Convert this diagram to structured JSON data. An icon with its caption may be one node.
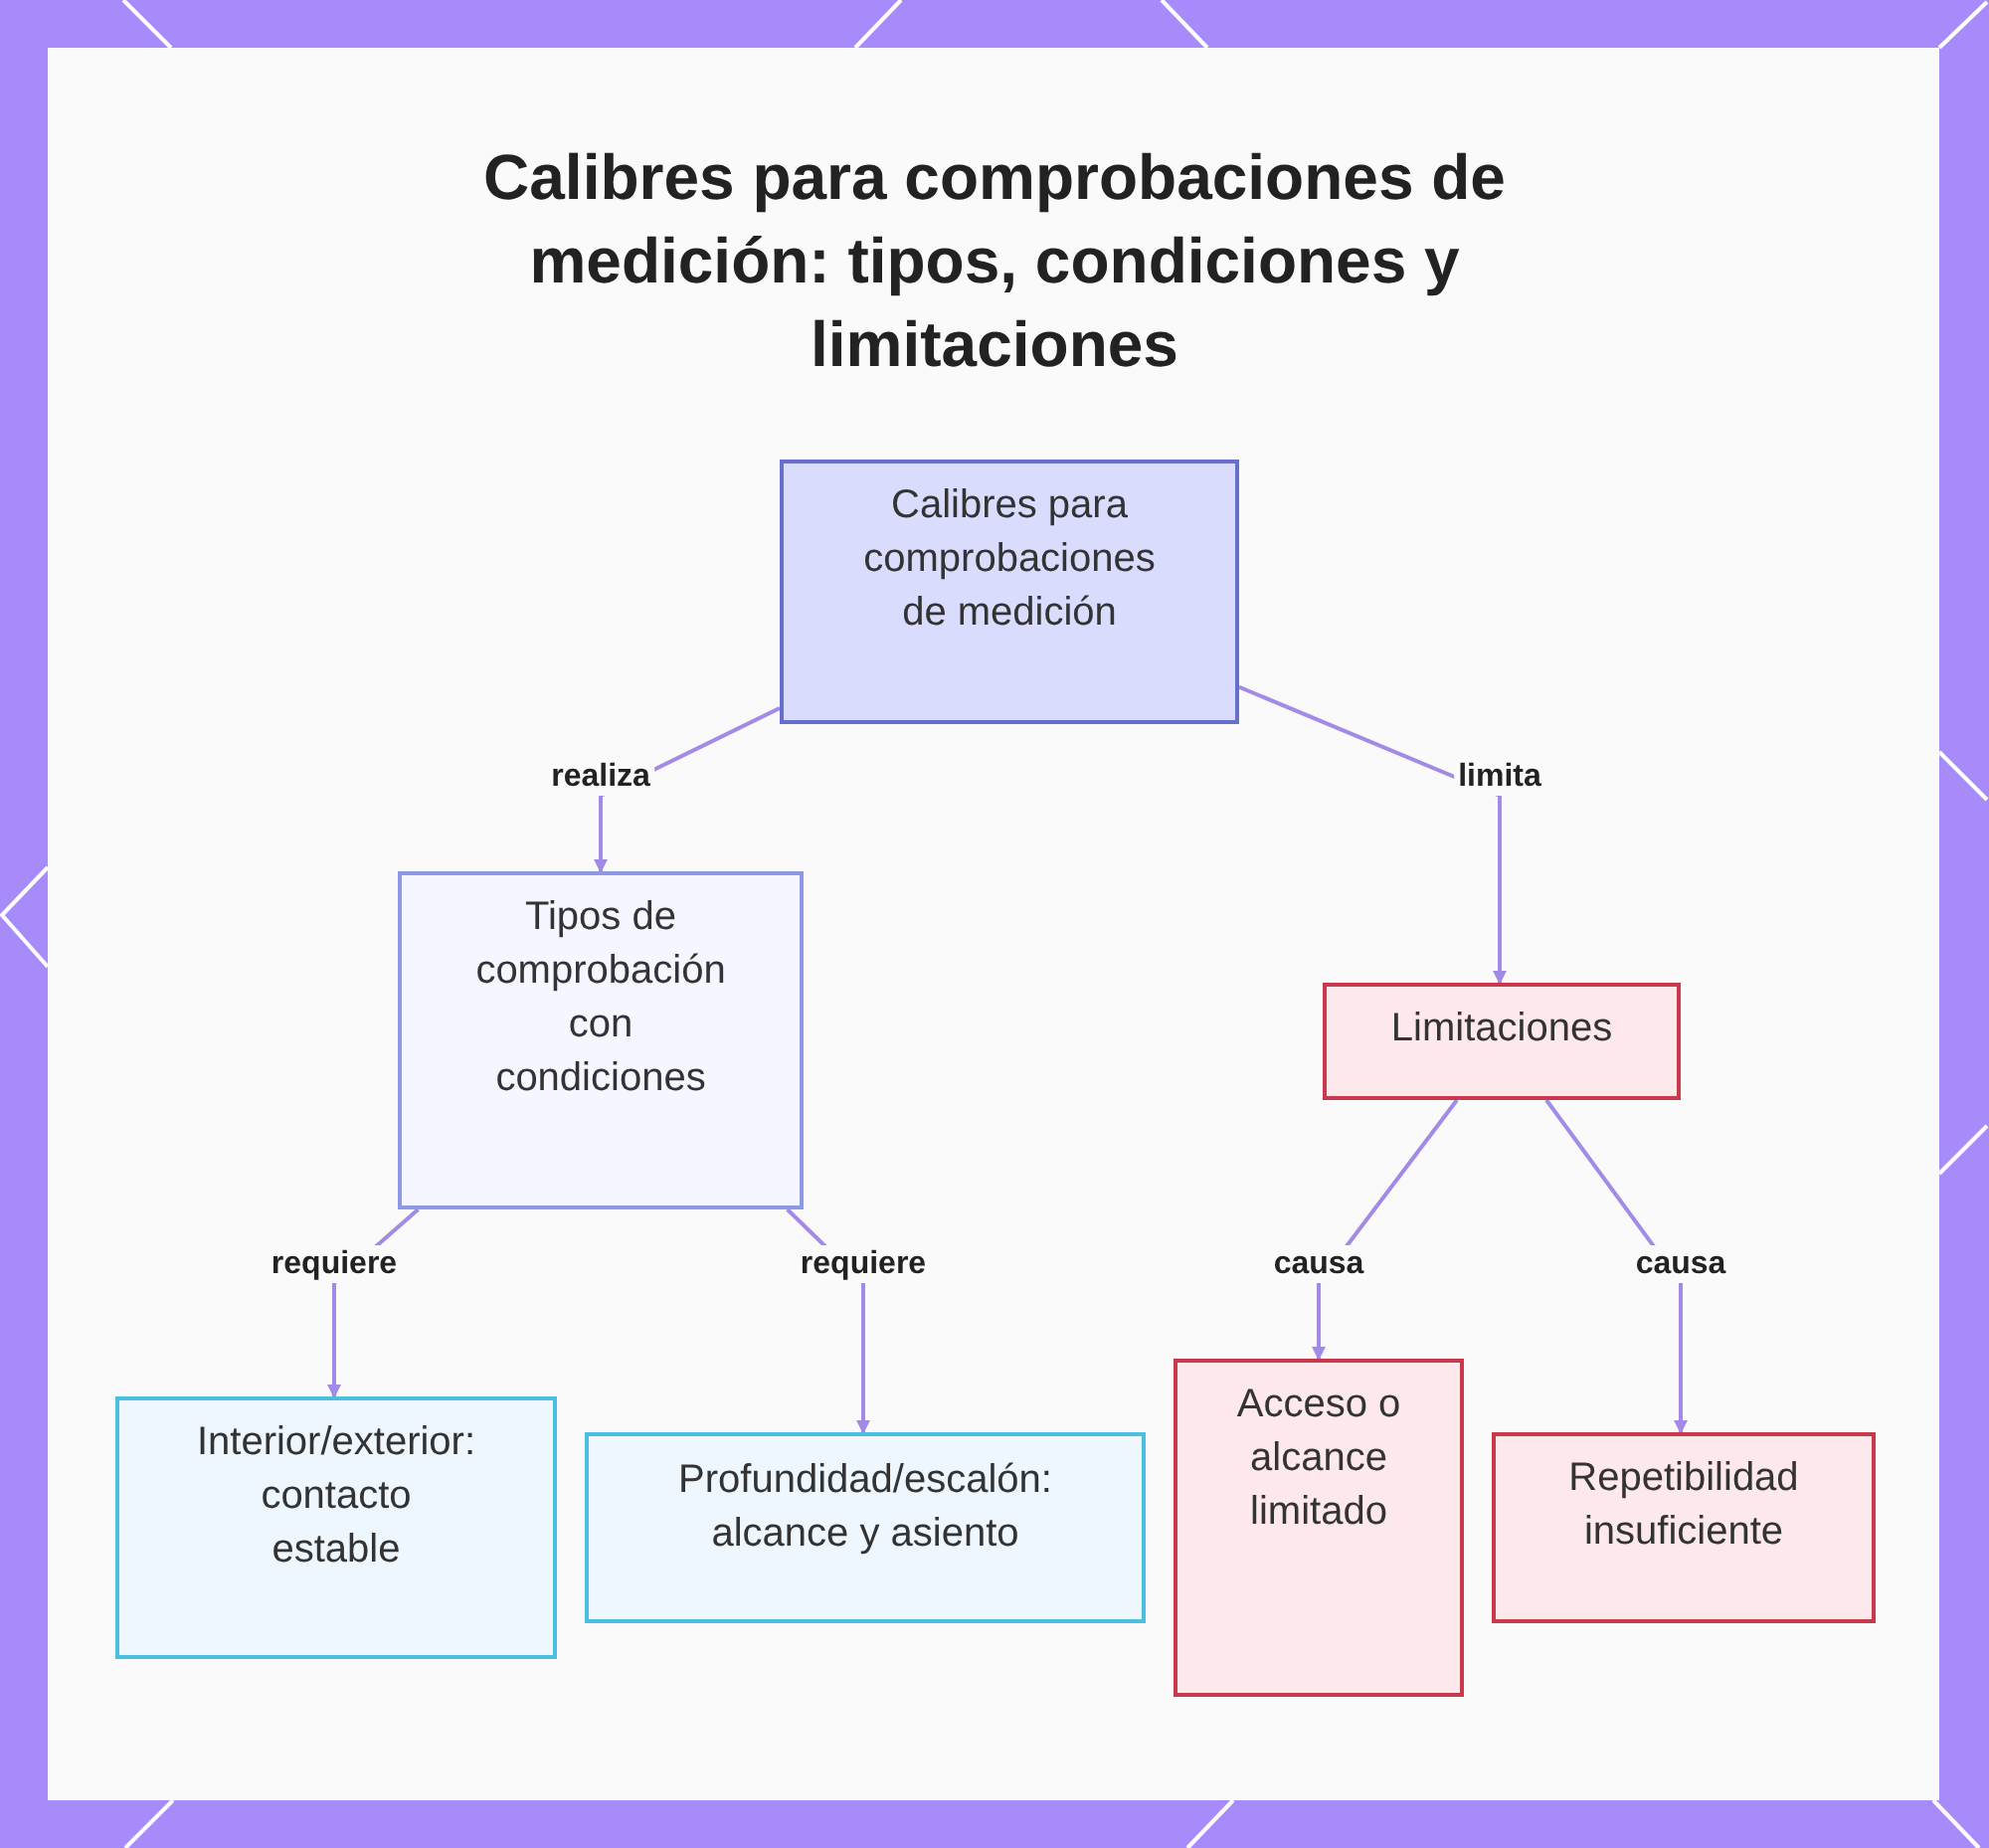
{
  "diagram": {
    "title": "Calibres para comprobaciones de medición: tipos, condiciones y limitaciones",
    "nodes": [
      {
        "text": [
          "Calibres para comprobaciones de medición"
        ]
      },
      {
        "text": [
          "Tipos de comprobación con condiciones"
        ]
      },
      {
        "text": [
          "Limitaciones"
        ]
      },
      {
        "text": [
          "Interior/exterior: contacto estable"
        ]
      },
      {
        "text": [
          "Profundidad/escalón: alcance y asiento"
        ]
      },
      {
        "text": [
          "Acceso o alcance limitado"
        ]
      },
      {
        "text": [
          "Repetibilidad insuficiente"
        ]
      }
    ],
    "edges": [
      {
        "from": 0,
        "to": 1,
        "arrow": "to",
        "label": "realiza"
      },
      {
        "from": 0,
        "to": 2,
        "arrow": "to",
        "label": "limita"
      },
      {
        "from": 1,
        "to": 3,
        "arrow": "to",
        "label": "requiere"
      },
      {
        "from": 1,
        "to": 4,
        "arrow": "to",
        "label": "requiere"
      },
      {
        "from": 2,
        "to": 5,
        "arrow": "to",
        "label": "causa"
      },
      {
        "from": 2,
        "to": 6,
        "arrow": "to",
        "label": "causa"
      }
    ]
  }
}
